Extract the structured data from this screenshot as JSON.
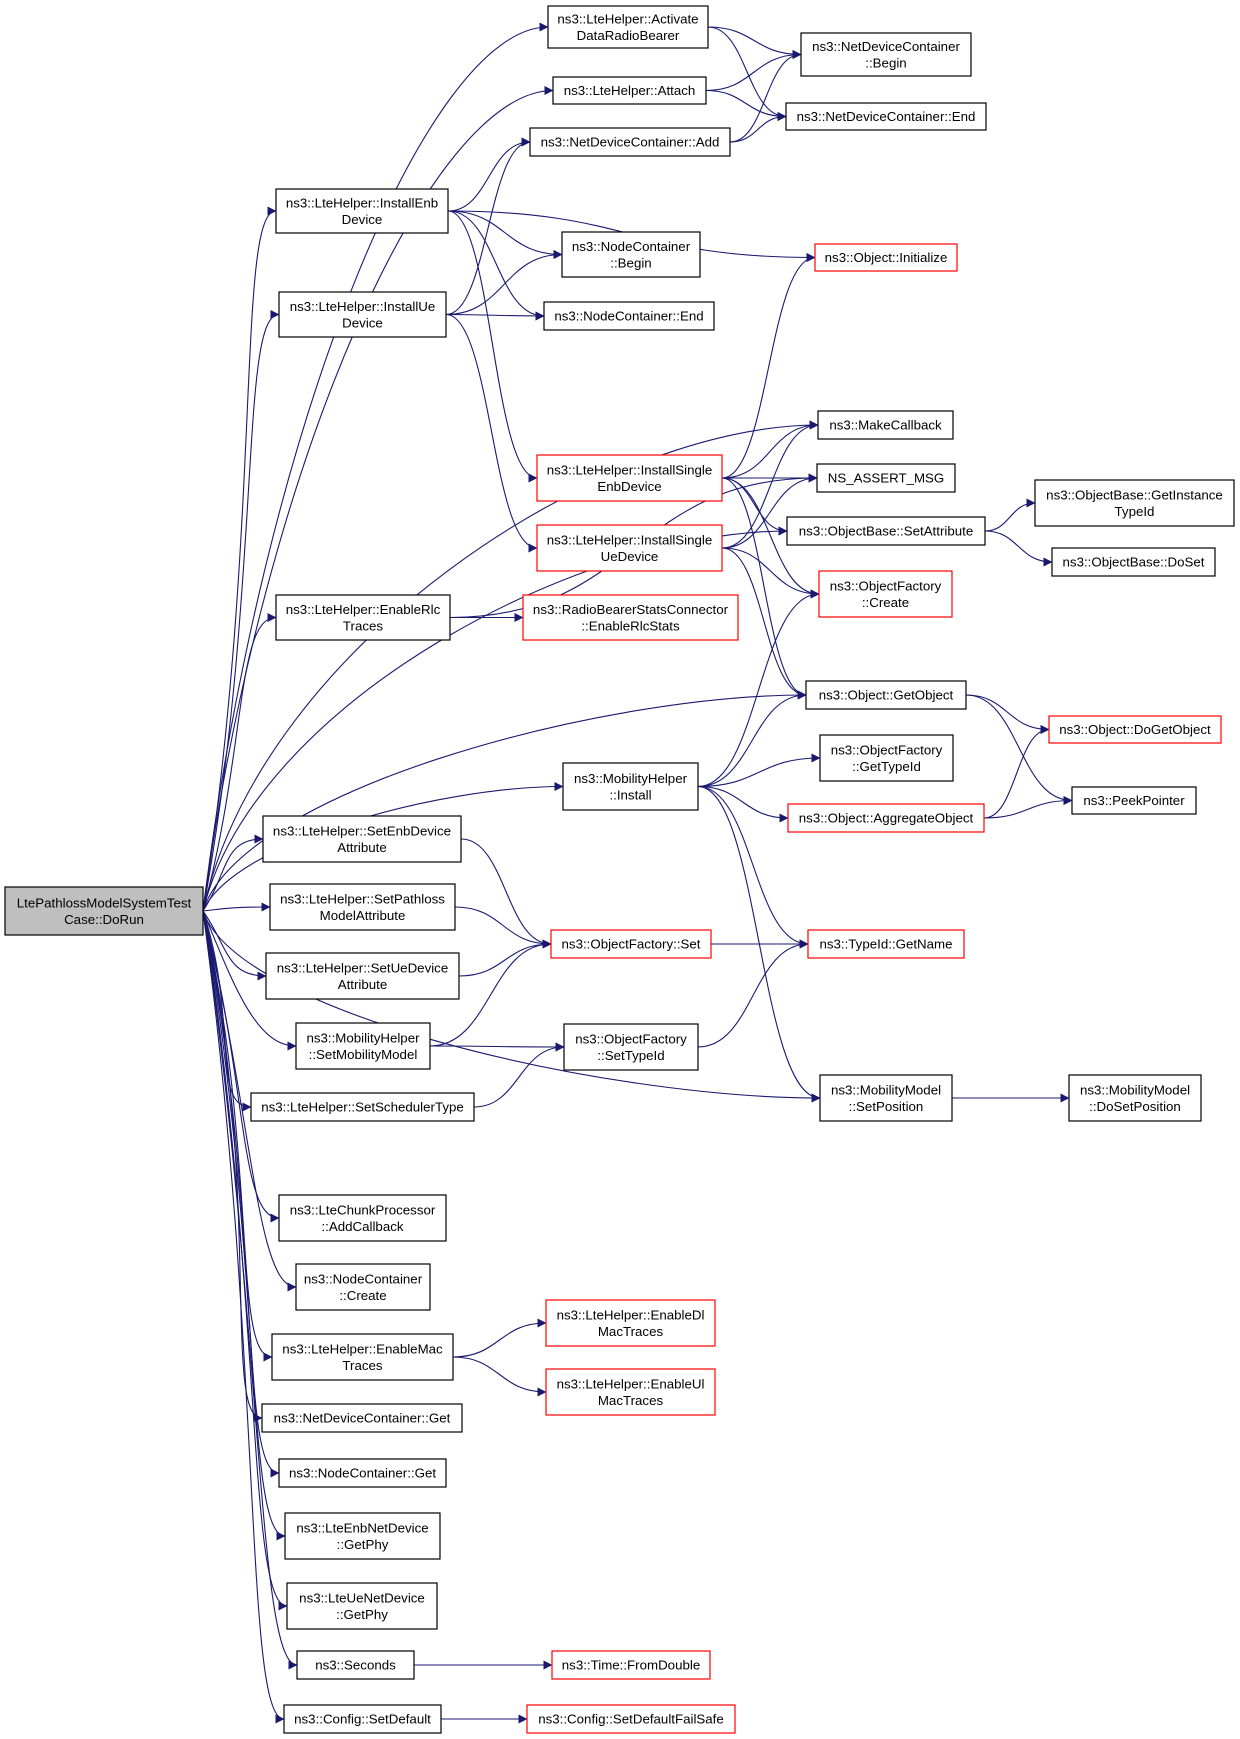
{
  "colors": {
    "edge": "#191970",
    "border_normal": "#000000",
    "border_truncated": "#ff0000",
    "root_fill": "#bfbfbf",
    "node_fill": "#ffffff"
  },
  "nodes": [
    {
      "id": "root",
      "lines": [
        "LtePathlossModelSystemTest",
        "Case::DoRun"
      ],
      "style": "root"
    },
    {
      "id": "activate",
      "lines": [
        "ns3::LteHelper::Activate",
        "DataRadioBearer"
      ],
      "style": "normal"
    },
    {
      "id": "ndc_begin",
      "lines": [
        "ns3::NetDeviceContainer",
        "::Begin"
      ],
      "style": "normal"
    },
    {
      "id": "attach",
      "lines": [
        "ns3::LteHelper::Attach"
      ],
      "style": "normal"
    },
    {
      "id": "ndc_end",
      "lines": [
        "ns3::NetDeviceContainer::End"
      ],
      "style": "normal"
    },
    {
      "id": "ndc_add",
      "lines": [
        "ns3::NetDeviceContainer::Add"
      ],
      "style": "normal"
    },
    {
      "id": "install_enb",
      "lines": [
        "ns3::LteHelper::InstallEnb",
        "Device"
      ],
      "style": "normal"
    },
    {
      "id": "nc_begin",
      "lines": [
        "ns3::NodeContainer",
        "::Begin"
      ],
      "style": "normal"
    },
    {
      "id": "obj_init",
      "lines": [
        "ns3::Object::Initialize"
      ],
      "style": "truncated"
    },
    {
      "id": "install_ue",
      "lines": [
        "ns3::LteHelper::InstallUe",
        "Device"
      ],
      "style": "normal"
    },
    {
      "id": "nc_end",
      "lines": [
        "ns3::NodeContainer::End"
      ],
      "style": "normal"
    },
    {
      "id": "make_cb",
      "lines": [
        "ns3::MakeCallback"
      ],
      "style": "normal"
    },
    {
      "id": "install_single_enb",
      "lines": [
        "ns3::LteHelper::InstallSingle",
        "EnbDevice"
      ],
      "style": "truncated"
    },
    {
      "id": "ns_assert",
      "lines": [
        "NS_ASSERT_MSG"
      ],
      "style": "normal"
    },
    {
      "id": "ob_getinst",
      "lines": [
        "ns3::ObjectBase::GetInstance",
        "TypeId"
      ],
      "style": "normal"
    },
    {
      "id": "install_single_ue",
      "lines": [
        "ns3::LteHelper::InstallSingle",
        "UeDevice"
      ],
      "style": "truncated"
    },
    {
      "id": "ob_setattr",
      "lines": [
        "ns3::ObjectBase::SetAttribute"
      ],
      "style": "normal"
    },
    {
      "id": "ob_doset",
      "lines": [
        "ns3::ObjectBase::DoSet"
      ],
      "style": "normal"
    },
    {
      "id": "enable_rlc",
      "lines": [
        "ns3::LteHelper::EnableRlc",
        "Traces"
      ],
      "style": "normal"
    },
    {
      "id": "rbsc",
      "lines": [
        "ns3::RadioBearerStatsConnector",
        "::EnableRlcStats"
      ],
      "style": "truncated"
    },
    {
      "id": "of_create",
      "lines": [
        "ns3::ObjectFactory",
        "::Create"
      ],
      "style": "truncated"
    },
    {
      "id": "obj_getobj",
      "lines": [
        "ns3::Object::GetObject"
      ],
      "style": "normal"
    },
    {
      "id": "obj_dogetobj",
      "lines": [
        "ns3::Object::DoGetObject"
      ],
      "style": "truncated"
    },
    {
      "id": "mob_install",
      "lines": [
        "ns3::MobilityHelper",
        "::Install"
      ],
      "style": "normal"
    },
    {
      "id": "of_gettypeid",
      "lines": [
        "ns3::ObjectFactory",
        "::GetTypeId"
      ],
      "style": "normal"
    },
    {
      "id": "peek",
      "lines": [
        "ns3::PeekPointer"
      ],
      "style": "normal"
    },
    {
      "id": "obj_agg",
      "lines": [
        "ns3::Object::AggregateObject"
      ],
      "style": "truncated"
    },
    {
      "id": "set_enb_attr",
      "lines": [
        "ns3::LteHelper::SetEnbDevice",
        "Attribute"
      ],
      "style": "normal"
    },
    {
      "id": "set_pl_attr",
      "lines": [
        "ns3::LteHelper::SetPathloss",
        "ModelAttribute"
      ],
      "style": "normal"
    },
    {
      "id": "of_set",
      "lines": [
        "ns3::ObjectFactory::Set"
      ],
      "style": "truncated"
    },
    {
      "id": "typeid_getname",
      "lines": [
        "ns3::TypeId::GetName"
      ],
      "style": "truncated"
    },
    {
      "id": "set_ue_attr",
      "lines": [
        "ns3::LteHelper::SetUeDevice",
        "Attribute"
      ],
      "style": "normal"
    },
    {
      "id": "mob_setmodel",
      "lines": [
        "ns3::MobilityHelper",
        "::SetMobilityModel"
      ],
      "style": "normal"
    },
    {
      "id": "of_settypeid",
      "lines": [
        "ns3::ObjectFactory",
        "::SetTypeId"
      ],
      "style": "normal"
    },
    {
      "id": "set_sched",
      "lines": [
        "ns3::LteHelper::SetSchedulerType"
      ],
      "style": "normal"
    },
    {
      "id": "mm_setpos",
      "lines": [
        "ns3::MobilityModel",
        "::SetPosition"
      ],
      "style": "normal"
    },
    {
      "id": "mm_dosetpos",
      "lines": [
        "ns3::MobilityModel",
        "::DoSetPosition"
      ],
      "style": "normal"
    },
    {
      "id": "chunk_addcb",
      "lines": [
        "ns3::LteChunkProcessor",
        "::AddCallback"
      ],
      "style": "normal"
    },
    {
      "id": "nc_create",
      "lines": [
        "ns3::NodeContainer",
        "::Create"
      ],
      "style": "normal"
    },
    {
      "id": "enable_mac",
      "lines": [
        "ns3::LteHelper::EnableMac",
        "Traces"
      ],
      "style": "normal"
    },
    {
      "id": "enable_dl_mac",
      "lines": [
        "ns3::LteHelper::EnableDl",
        "MacTraces"
      ],
      "style": "truncated"
    },
    {
      "id": "enable_ul_mac",
      "lines": [
        "ns3::LteHelper::EnableUl",
        "MacTraces"
      ],
      "style": "truncated"
    },
    {
      "id": "ndc_get",
      "lines": [
        "ns3::NetDeviceContainer::Get"
      ],
      "style": "normal"
    },
    {
      "id": "nc_get",
      "lines": [
        "ns3::NodeContainer::Get"
      ],
      "style": "normal"
    },
    {
      "id": "enb_getphy",
      "lines": [
        "ns3::LteEnbNetDevice",
        "::GetPhy"
      ],
      "style": "normal"
    },
    {
      "id": "ue_getphy",
      "lines": [
        "ns3::LteUeNetDevice",
        "::GetPhy"
      ],
      "style": "normal"
    },
    {
      "id": "seconds",
      "lines": [
        "ns3::Seconds"
      ],
      "style": "normal"
    },
    {
      "id": "time_fromdouble",
      "lines": [
        "ns3::Time::FromDouble"
      ],
      "style": "truncated"
    },
    {
      "id": "config_setdefault",
      "lines": [
        "ns3::Config::SetDefault"
      ],
      "style": "normal"
    },
    {
      "id": "config_setdefaultfs",
      "lines": [
        "ns3::Config::SetDefaultFailSafe"
      ],
      "style": "truncated"
    }
  ],
  "edges": [
    [
      "root",
      "activate"
    ],
    [
      "root",
      "attach"
    ],
    [
      "root",
      "install_enb"
    ],
    [
      "root",
      "install_ue"
    ],
    [
      "root",
      "make_cb"
    ],
    [
      "root",
      "enable_rlc"
    ],
    [
      "root",
      "ob_setattr"
    ],
    [
      "root",
      "obj_getobj"
    ],
    [
      "root",
      "mob_install"
    ],
    [
      "root",
      "set_enb_attr"
    ],
    [
      "root",
      "set_pl_attr"
    ],
    [
      "root",
      "set_ue_attr"
    ],
    [
      "root",
      "mob_setmodel"
    ],
    [
      "root",
      "set_sched"
    ],
    [
      "root",
      "mm_setpos"
    ],
    [
      "root",
      "chunk_addcb"
    ],
    [
      "root",
      "nc_create"
    ],
    [
      "root",
      "enable_mac"
    ],
    [
      "root",
      "ndc_get"
    ],
    [
      "root",
      "nc_get"
    ],
    [
      "root",
      "enb_getphy"
    ],
    [
      "root",
      "ue_getphy"
    ],
    [
      "root",
      "seconds"
    ],
    [
      "root",
      "config_setdefault"
    ],
    [
      "activate",
      "ndc_begin"
    ],
    [
      "activate",
      "ndc_end"
    ],
    [
      "attach",
      "ndc_begin"
    ],
    [
      "attach",
      "ndc_end"
    ],
    [
      "ndc_add",
      "ndc_begin"
    ],
    [
      "ndc_add",
      "ndc_end"
    ],
    [
      "install_enb",
      "ndc_add"
    ],
    [
      "install_enb",
      "nc_begin"
    ],
    [
      "install_enb",
      "nc_end"
    ],
    [
      "install_enb",
      "obj_init"
    ],
    [
      "install_enb",
      "install_single_enb"
    ],
    [
      "install_ue",
      "ndc_add"
    ],
    [
      "install_ue",
      "nc_begin"
    ],
    [
      "install_ue",
      "nc_end"
    ],
    [
      "install_ue",
      "install_single_ue"
    ],
    [
      "install_single_enb",
      "obj_init"
    ],
    [
      "install_single_enb",
      "make_cb"
    ],
    [
      "install_single_enb",
      "ns_assert"
    ],
    [
      "install_single_enb",
      "ob_setattr"
    ],
    [
      "install_single_enb",
      "of_create"
    ],
    [
      "install_single_enb",
      "obj_getobj"
    ],
    [
      "install_single_ue",
      "make_cb"
    ],
    [
      "install_single_ue",
      "ns_assert"
    ],
    [
      "install_single_ue",
      "of_create"
    ],
    [
      "install_single_ue",
      "obj_getobj"
    ],
    [
      "enable_rlc",
      "ns_assert"
    ],
    [
      "enable_rlc",
      "rbsc"
    ],
    [
      "ob_setattr",
      "ob_getinst"
    ],
    [
      "ob_setattr",
      "ob_doset"
    ],
    [
      "obj_getobj",
      "obj_dogetobj"
    ],
    [
      "obj_getobj",
      "peek"
    ],
    [
      "mob_install",
      "of_create"
    ],
    [
      "mob_install",
      "obj_getobj"
    ],
    [
      "mob_install",
      "of_gettypeid"
    ],
    [
      "mob_install",
      "obj_agg"
    ],
    [
      "mob_install",
      "typeid_getname"
    ],
    [
      "mob_install",
      "mm_setpos"
    ],
    [
      "obj_agg",
      "obj_dogetobj"
    ],
    [
      "obj_agg",
      "peek"
    ],
    [
      "set_enb_attr",
      "of_set"
    ],
    [
      "set_pl_attr",
      "of_set"
    ],
    [
      "set_ue_attr",
      "of_set"
    ],
    [
      "mob_setmodel",
      "of_set"
    ],
    [
      "mob_setmodel",
      "of_settypeid"
    ],
    [
      "set_sched",
      "of_settypeid"
    ],
    [
      "of_set",
      "typeid_getname"
    ],
    [
      "of_settypeid",
      "typeid_getname"
    ],
    [
      "mm_setpos",
      "mm_dosetpos"
    ],
    [
      "enable_mac",
      "enable_dl_mac"
    ],
    [
      "enable_mac",
      "enable_ul_mac"
    ],
    [
      "seconds",
      "time_fromdouble"
    ],
    [
      "config_setdefault",
      "config_setdefaultfs"
    ]
  ]
}
